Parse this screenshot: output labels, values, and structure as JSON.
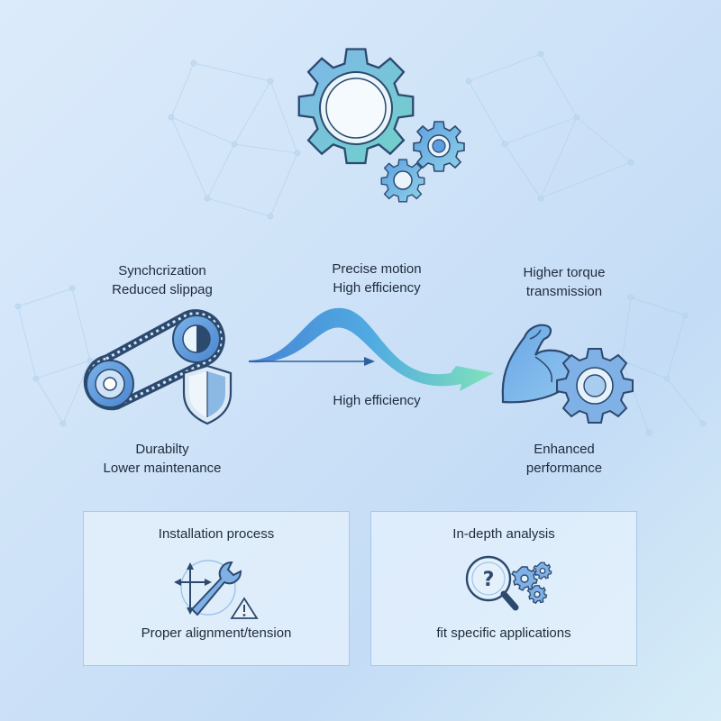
{
  "labels": {
    "sync": [
      "Synchcrization",
      "Reduced slippag"
    ],
    "motion": [
      "Precise motion",
      "High efficiency"
    ],
    "torque": [
      "Higher torque",
      "transmission"
    ],
    "efficiency_mid": "High efficiency",
    "durability": [
      "Durabilty",
      "Lower maintenance"
    ],
    "performance": [
      "Enhanced",
      "performance"
    ]
  },
  "panels": {
    "installation": {
      "title": "Installation process",
      "caption": "Proper alignment/tension"
    },
    "analysis": {
      "title": "In-depth analysis",
      "caption": "fit specific applications"
    }
  },
  "icons": {
    "hero": "gear-cluster-icon",
    "belt": "timing-belt-pulley-icon",
    "shield": "shield-icon",
    "wave": "wave-arrow-icon",
    "muscle": "flexed-arm-icon",
    "wrench": "wrench-icon",
    "warning": "warning-icon",
    "magnifier": "magnifier-question-icon"
  },
  "colors": {
    "accent_blue": "#4f8fd6",
    "accent_teal": "#5fd0c2",
    "outline": "#2c4a6e",
    "panel_border": "#a8c8e6"
  }
}
